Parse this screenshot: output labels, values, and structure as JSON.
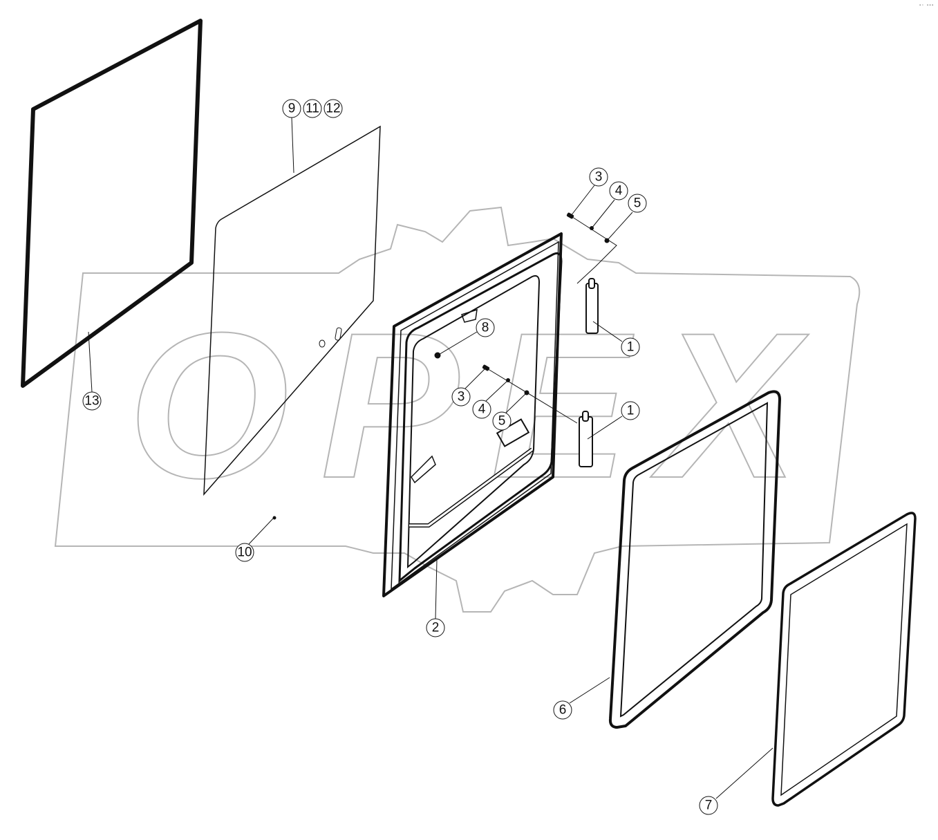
{
  "watermark": {
    "logo_text": "OPEX"
  },
  "corner_mark": "▪▫ ▪▪▪",
  "callouts": [
    {
      "label": "9"
    },
    {
      "label": "11"
    },
    {
      "label": "12"
    },
    {
      "label": "13"
    },
    {
      "label": "3"
    },
    {
      "label": "4"
    },
    {
      "label": "5"
    },
    {
      "label": "1"
    },
    {
      "label": "8"
    },
    {
      "label": "3"
    },
    {
      "label": "4"
    },
    {
      "label": "5"
    },
    {
      "label": "1"
    },
    {
      "label": "10"
    },
    {
      "label": "2"
    },
    {
      "label": "6"
    },
    {
      "label": "7"
    }
  ],
  "colors": {
    "line": "#111111",
    "watermark": "#b5b5b5"
  }
}
